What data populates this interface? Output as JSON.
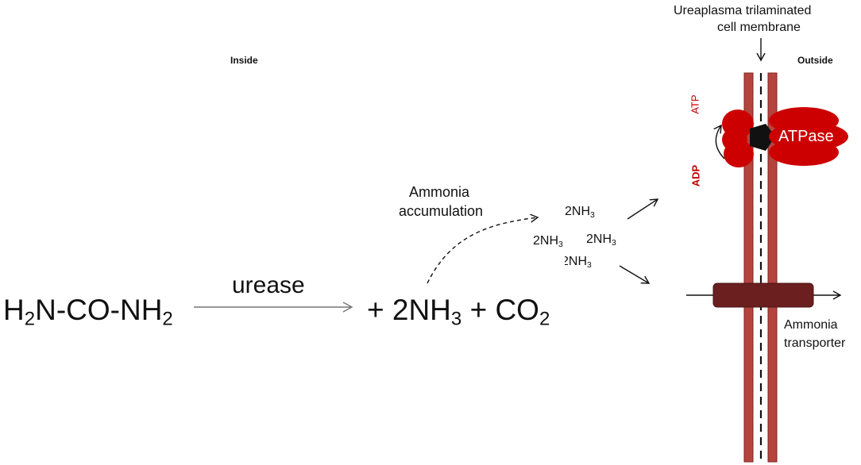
{
  "labels": {
    "inside": "Inside",
    "outside": "Outside",
    "membrane_line1": "Ureaplasma trilaminated",
    "membrane_line2": "cell membrane",
    "urease": "urease",
    "accumulation_line1": "Ammonia",
    "accumulation_line2": "accumulation",
    "atpase": "ATPase",
    "atp": "ATP",
    "adp": "ADP",
    "transporter_line1": "Ammonia",
    "transporter_line2": "transporter"
  },
  "equation": {
    "urea_a": "H",
    "urea_a_sub": "2",
    "urea_b": "N-CO-NH",
    "urea_b_sub": "2",
    "plus1": "+ 2NH",
    "nh3_sub": "3",
    "plus2": "+ CO",
    "co2_sub": "2"
  },
  "ammonia_cluster": [
    {
      "main": "2NH",
      "sub": "3"
    },
    {
      "main": "2NH",
      "sub": "3"
    },
    {
      "main": "2NH",
      "sub": "3"
    },
    {
      "main": "2NH",
      "sub": "3"
    }
  ],
  "colors": {
    "membrane": "#b5443f",
    "membrane_edge": "#7a2622",
    "atpase": "#cc0000",
    "atpase_core": "#111111",
    "transporter": "#6b1f1f",
    "text_red": "#c00000",
    "line": "#111111",
    "reaction_arrow": "#777777"
  }
}
